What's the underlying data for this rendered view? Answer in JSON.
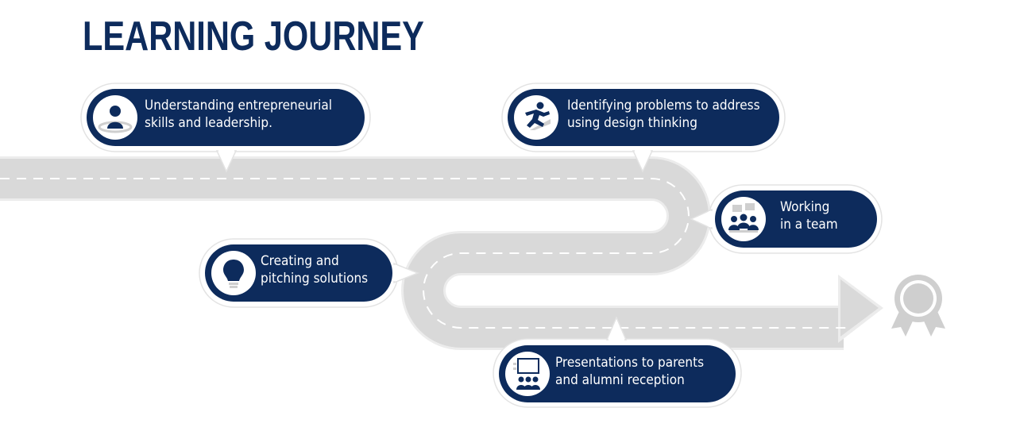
{
  "title": "LEARNING JOURNEY",
  "colors": {
    "navy": "#0d2b5c",
    "road": "#d9d9d9",
    "badge": "#cfcfcf"
  },
  "steps": [
    {
      "id": "leadership",
      "line1": "Understanding entrepreneurial",
      "line2": "skills and leadership.",
      "icon": "person-icon"
    },
    {
      "id": "design",
      "line1": "Identifying problems to address",
      "line2": "using design thinking",
      "icon": "hurdle-jumper-icon"
    },
    {
      "id": "team",
      "line1": "Working",
      "line2": "in a team",
      "icon": "team-icon"
    },
    {
      "id": "pitch",
      "line1": "Creating and",
      "line2": "pitching solutions",
      "icon": "lightbulb-icon"
    },
    {
      "id": "present",
      "line1": "Presentations to parents",
      "line2": "and alumni reception",
      "icon": "presentation-icon"
    }
  ],
  "end_icon": "award-ribbon-icon"
}
